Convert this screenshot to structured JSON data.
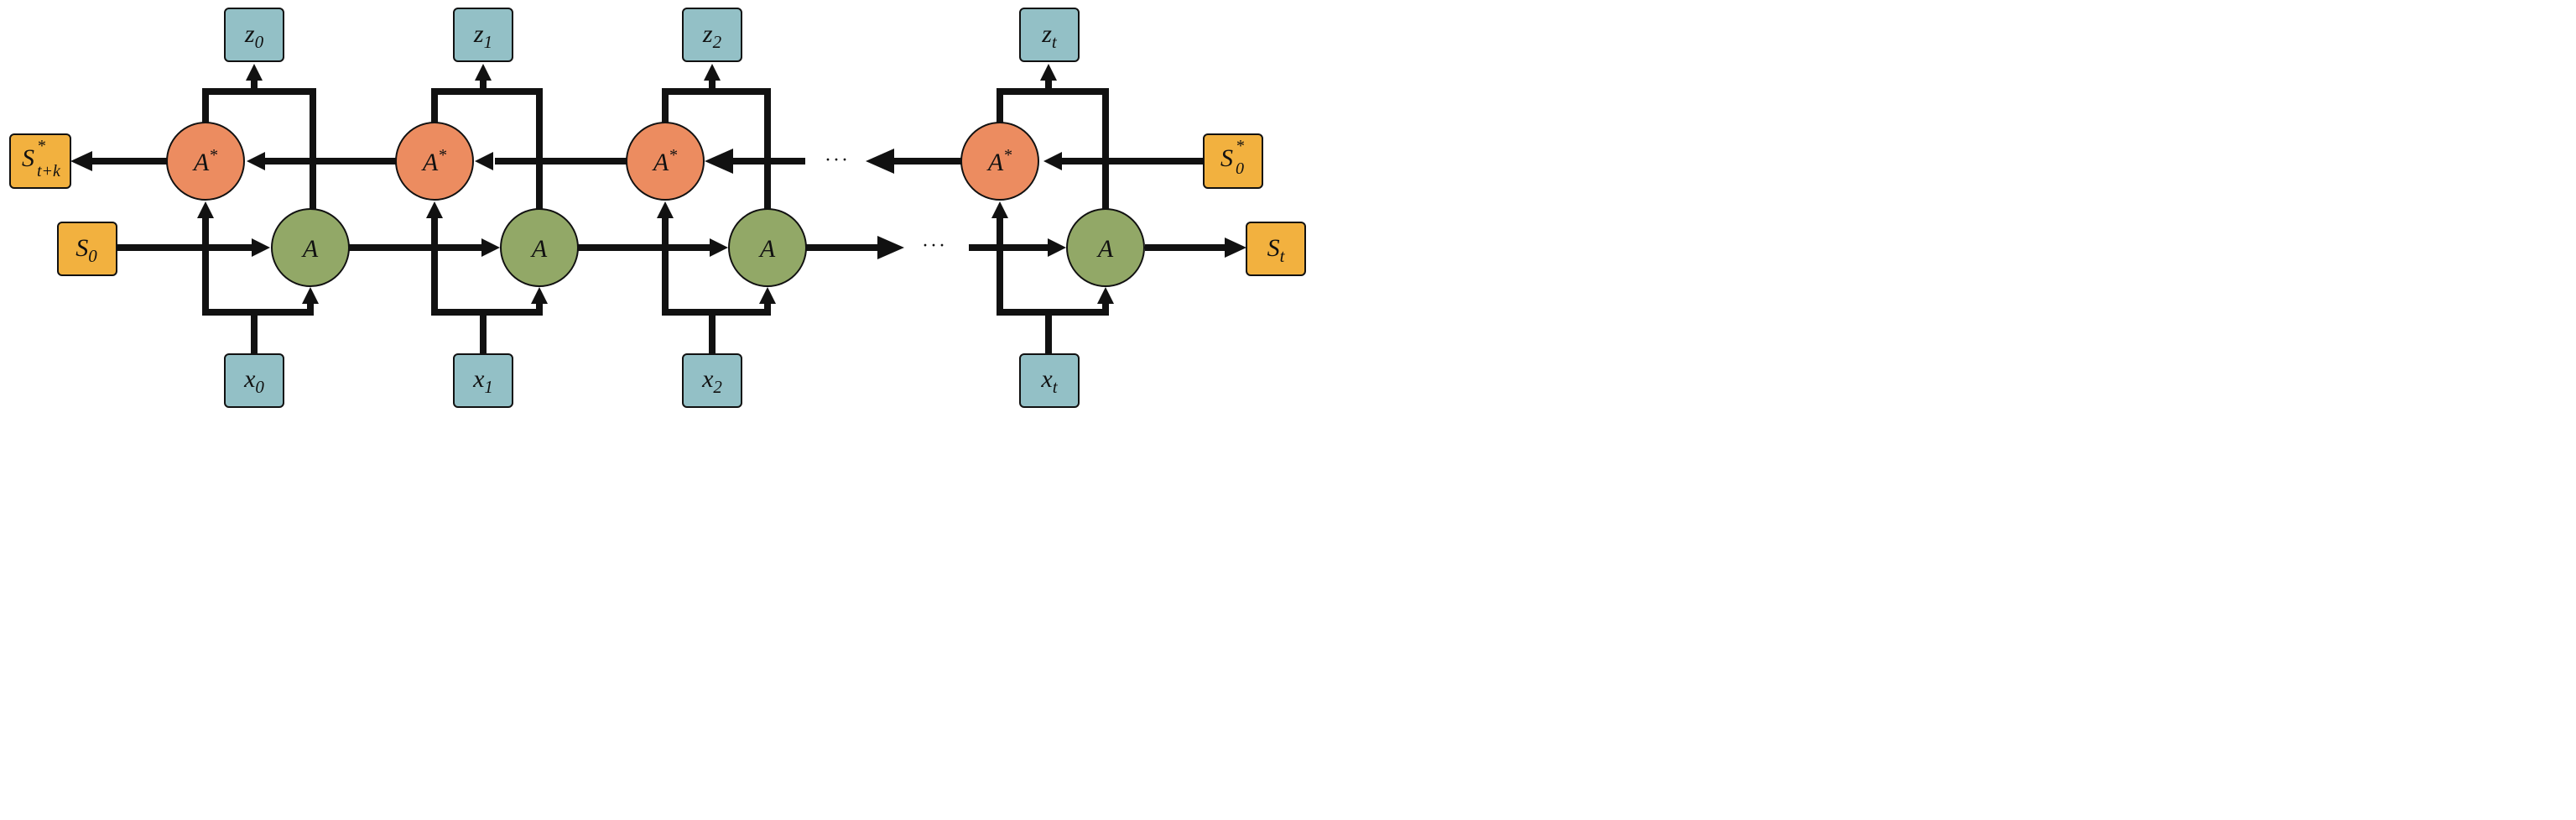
{
  "colors": {
    "teal_box": "#93c0c6",
    "orange_box": "#f2b13f",
    "green_node": "#92a867",
    "salmon_node": "#ec8c60",
    "stroke": "#111111"
  },
  "columns": [
    {
      "output": {
        "base": "z",
        "sub": "0"
      },
      "input": {
        "base": "x",
        "sub": "0"
      },
      "backward_cell": {
        "base": "A",
        "sup": "*"
      },
      "forward_cell": {
        "base": "A"
      }
    },
    {
      "output": {
        "base": "z",
        "sub": "1"
      },
      "input": {
        "base": "x",
        "sub": "1"
      },
      "backward_cell": {
        "base": "A",
        "sup": "*"
      },
      "forward_cell": {
        "base": "A"
      }
    },
    {
      "output": {
        "base": "z",
        "sub": "2"
      },
      "input": {
        "base": "x",
        "sub": "2"
      },
      "backward_cell": {
        "base": "A",
        "sup": "*"
      },
      "forward_cell": {
        "base": "A"
      }
    },
    {
      "output": {
        "base": "z",
        "sub": "t"
      },
      "input": {
        "base": "x",
        "sub": "t"
      },
      "backward_cell": {
        "base": "A",
        "sup": "*"
      },
      "forward_cell": {
        "base": "A"
      }
    }
  ],
  "states": {
    "forward_initial": {
      "base": "S",
      "sub": "0"
    },
    "forward_final": {
      "base": "S",
      "sub": "t"
    },
    "backward_initial": {
      "base": "S",
      "sup": "*",
      "sub": "0"
    },
    "backward_final": {
      "base": "S",
      "sup": "*",
      "sub": "t+k"
    }
  },
  "ellipsis": {
    "backward": "···",
    "forward": "···"
  }
}
